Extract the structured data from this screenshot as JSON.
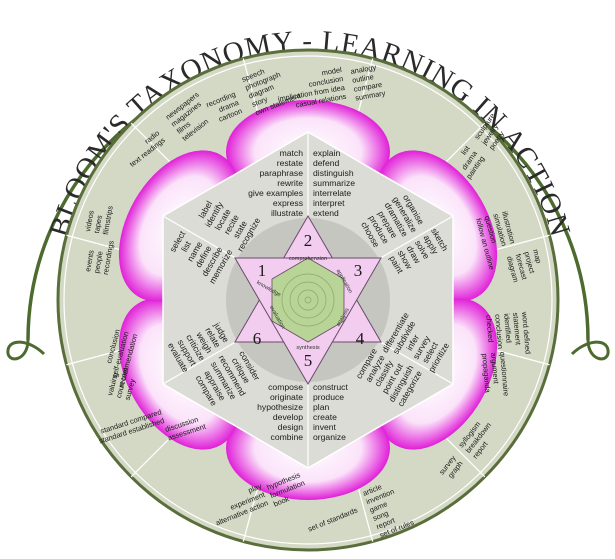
{
  "title": "BLOOM'S TAXONOMY - LEARNING IN ACTION",
  "colors": {
    "outer_disc": "#d3d9c4",
    "ring_line": "#5a6e3c",
    "petal": "#e020d8",
    "hexagon": "#dcdcd6",
    "center": "#b8d496",
    "star": "#f2cdf0"
  },
  "levels": [
    {
      "number": "1",
      "name": "knowledge"
    },
    {
      "number": "2",
      "name": "comprehension"
    },
    {
      "number": "3",
      "name": "application"
    },
    {
      "number": "4",
      "name": "analysis"
    },
    {
      "number": "5",
      "name": "synthesis"
    },
    {
      "number": "6",
      "name": "evaluation"
    }
  ],
  "verbs": {
    "comprehension_left": [
      "match",
      "restate",
      "paraphrase",
      "rewrite",
      "give examples",
      "express",
      "illustrate"
    ],
    "comprehension_right": [
      "explain",
      "defend",
      "distinguish",
      "summarize",
      "interrelate",
      "interpret",
      "extend"
    ],
    "application_upper": [
      "organise",
      "generalize",
      "dramatize",
      "prepare",
      "produce",
      "choose"
    ],
    "application_lower": [
      "sketch",
      "apply",
      "solve",
      "draw",
      "show",
      "paint"
    ],
    "analysis_upper": [
      "differentiate",
      "subdivide",
      "infer",
      "survey",
      "select",
      "prioritize"
    ],
    "analysis_lower": [
      "compare",
      "analyze",
      "classify",
      "point out",
      "distinguish",
      "categorize"
    ],
    "synthesis_left": [
      "compose",
      "originate",
      "hypothesize",
      "develop",
      "design",
      "combine"
    ],
    "synthesis_right": [
      "construct",
      "produce",
      "plan",
      "create",
      "invent",
      "organize"
    ],
    "evaluation_lower": [
      "judge",
      "relate",
      "weigh",
      "criticize",
      "support",
      "evaluate"
    ],
    "evaluation_upper": [
      "consider",
      "critique",
      "recommend",
      "summarize",
      "appraise",
      "compare"
    ],
    "knowledge_upper": [
      "label",
      "identify",
      "locate",
      "recite",
      "state",
      "recognize"
    ],
    "knowledge_lower": [
      "select",
      "list",
      "name",
      "define",
      "describe",
      "memorize"
    ]
  },
  "products": {
    "top_left": [
      "recording",
      "drama",
      "cartoon"
    ],
    "top_left_b": [
      "speech",
      "photograph",
      "diagram",
      "story",
      "own statement"
    ],
    "top_center": [
      "model",
      "conclusion",
      "implication from idea",
      "casual relations"
    ],
    "top_right": [
      "analogy",
      "outline",
      "compare",
      "summary"
    ],
    "upper_right_a": [
      "list",
      "drama",
      "painting"
    ],
    "upper_right_b": [
      "sculpture",
      "jewelry",
      "poetry"
    ],
    "right_a": [
      "illustration",
      "simulation",
      "question",
      "follow an outline"
    ],
    "right_b": [
      "map",
      "project",
      "forecast",
      "diagram"
    ],
    "lower_right_a": [
      "word defined",
      "statement",
      "identified",
      "conclusion",
      "checked"
    ],
    "lower_right_b": [
      "questionnaire",
      "argument",
      "propaganda"
    ],
    "bottom_right_a": [
      "survey",
      "graph"
    ],
    "bottom_right_b": [
      "syllogism",
      "breakdown",
      "report"
    ],
    "bottom_a": [
      "set of standards"
    ],
    "bottom_b": [
      "article",
      "invention",
      "game",
      "song",
      "report",
      "set of rules"
    ],
    "bottom_left_a": [
      "play",
      "experiment",
      "alternative action"
    ],
    "bottom_left_b": [
      "hypothesis",
      "formulation",
      "book"
    ],
    "lower_left_a": [
      "standard compared",
      "standard established"
    ],
    "lower_left_b": [
      "discussion",
      "assessment"
    ],
    "left_a": [
      "conclusion",
      "self-evaluation",
      "recommendation"
    ],
    "left_b": [
      "valuing",
      "court trial",
      "survey"
    ],
    "upper_left_a": [
      "events",
      "people",
      "recordings"
    ],
    "upper_left_b": [
      "videos",
      "tapes",
      "filmstrips"
    ],
    "top_far_left_a": [
      "radio",
      "text readings"
    ],
    "top_far_left_b": [
      "newspapers",
      "magazines",
      "films",
      "television"
    ]
  }
}
